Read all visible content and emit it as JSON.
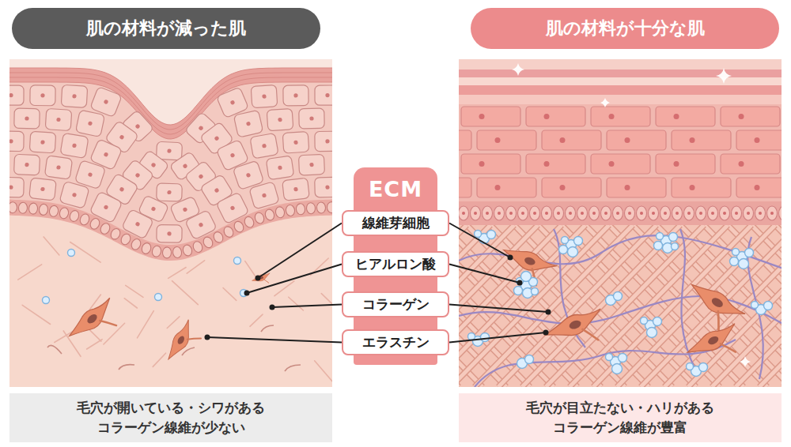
{
  "diagram": {
    "nodes": [
      {
        "text": [
          "肌の材料が減った肌"
        ]
      },
      {
        "text": [
          "肌の材料が十分な肌"
        ]
      },
      {
        "text": [
          "ECM"
        ]
      },
      {
        "text": [
          "線維芽細胞"
        ],
        "in": 2
      },
      {
        "text": [
          "ヒアルロン酸"
        ],
        "in": 2
      },
      {
        "text": [
          "コラーゲン"
        ],
        "in": 2
      },
      {
        "text": [
          "エラスチン"
        ],
        "in": 2
      },
      {
        "text": [
          "毛穴が開いている・シワがある コラーゲン線維が少ない"
        ]
      },
      {
        "text": [
          "毛穴が目立たない・ハリがある コラーゲン線維が豊富"
        ]
      }
    ]
  }
}
